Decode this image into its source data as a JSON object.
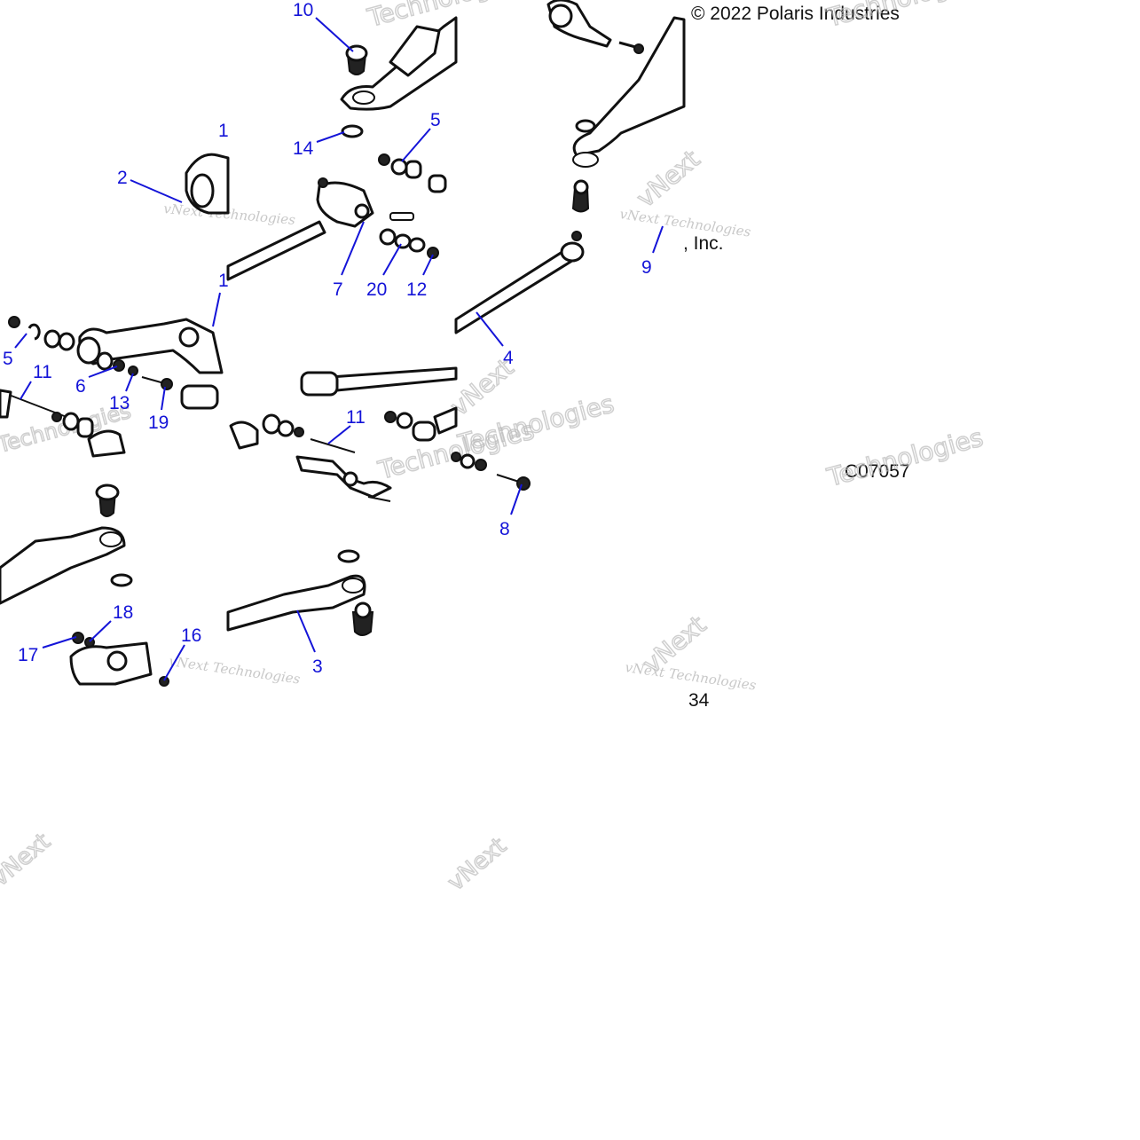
{
  "copyright_top": "© 2022 Polaris Industries",
  "copyright_suffix": ", Inc.",
  "diagram_code": "C07057",
  "page_number": "34",
  "watermark": {
    "line1": "vNext Technologies",
    "line2": "vNext",
    "line3": "Technologies"
  },
  "callouts": [
    "10",
    "14",
    "5",
    "1",
    "2",
    "7",
    "20",
    "12",
    "9",
    "4",
    "1",
    "5",
    "11",
    "6",
    "13",
    "19",
    "11",
    "8",
    "18",
    "17",
    "16",
    "3"
  ],
  "colors": {
    "callout": "#1414d8",
    "line": "#111111",
    "watermark": "#bbbbbb"
  }
}
